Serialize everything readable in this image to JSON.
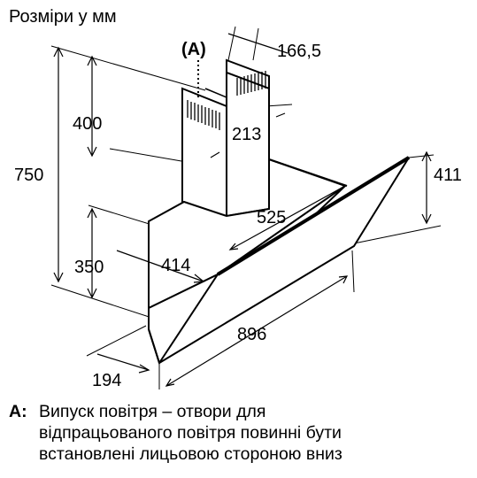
{
  "title": "Розміри у мм",
  "dimensions": {
    "a_marker": "(A)",
    "chimney_depth": "166,5",
    "chimney_height": "400",
    "chimney_width": "213",
    "total_height": "750",
    "glass_height": "411",
    "body_depth": "525",
    "lower_height": "350",
    "body_width": "414",
    "glass_width": "896",
    "front_depth": "194"
  },
  "note": {
    "marker": "A:",
    "lines": [
      "Випуск повітря – отвори для",
      "відпрацьованого повітря повинні бути",
      "встановлені лицьовою стороною вниз"
    ]
  }
}
